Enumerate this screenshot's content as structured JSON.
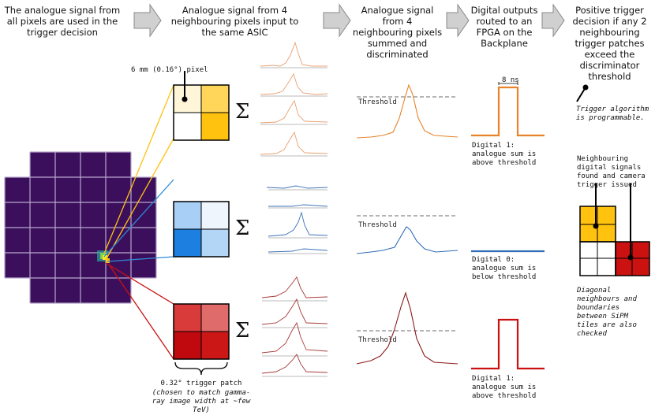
{
  "headers": [
    "The analogue signal from all pixels are used in the trigger decision",
    "Analogue signal from 4 neighbouring pixels input to the same ASIC",
    "Analogue signal from 4 neighbouring pixels summed and discriminated",
    "Digital outputs routed to an FPGA on the Backplane",
    "Positive trigger decision if any 2 neighbouring trigger patches exceed the discriminator threshold"
  ],
  "labels": {
    "pixel": "6 mm (0.16°) pixel",
    "patch": "0.32° trigger patch",
    "patch_note": "(chosen to match gamma-ray image width at ~few TeV)",
    "pulse_width": "8 ns",
    "threshold": "Threshold",
    "digital1_top": "Digital 1: analogue sum is above threshold",
    "digital0": "Digital 0: analogue sum is below threshold",
    "digital1_bottom": "Digital 1: analogue sum is above threshold",
    "programmable": "Trigger algorithm is programmable.",
    "neighbour": "Neighbouring digital signals found and camera trigger issued",
    "diagonal": "Diagonal neighbours and boundaries between SiPM tiles are also checked",
    "sigma": "Σ"
  },
  "colors": {
    "orange": "#e8832a",
    "blue": "#2f6db5",
    "red": "#cc1111",
    "camera": "#3b0f5c",
    "yellow": "#ffc20e"
  }
}
